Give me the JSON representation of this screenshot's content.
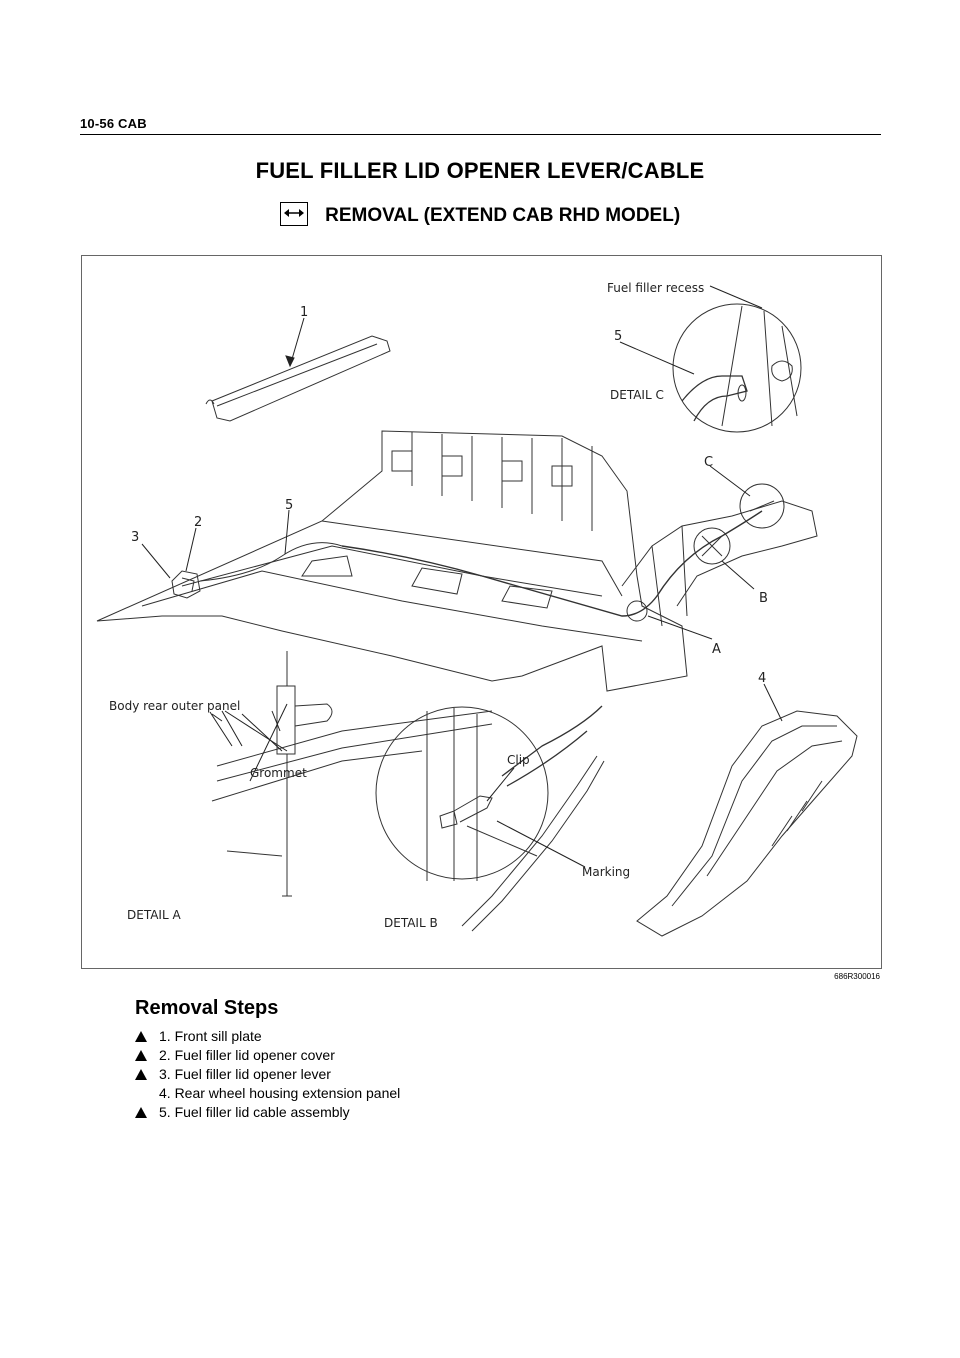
{
  "header": {
    "text": "10-56  CAB"
  },
  "page_title": "FUEL FILLER LID OPENER LEVER/CABLE",
  "section": {
    "icon": "removal-arrows-icon",
    "title": "REMOVAL (EXTEND CAB RHD MODEL)"
  },
  "figure": {
    "code": "686R300016",
    "labels": {
      "fuel_filler_recess": "Fuel filler recess",
      "detail_c": "DETAIL C",
      "body_rear_outer_panel": "Body rear outer panel",
      "grommet": "Grommet",
      "detail_a": "DETAIL A",
      "clip": "Clip",
      "marking": "Marking",
      "detail_b": "DETAIL B",
      "callout_1": "1",
      "callout_2": "2",
      "callout_3": "3",
      "callout_4": "4",
      "callout_5a": "5",
      "callout_5b": "5",
      "callout_a": "A",
      "callout_b": "B",
      "callout_c": "C"
    }
  },
  "removal_steps": {
    "title": "Removal Steps",
    "items": [
      {
        "text": "1. Front sill plate",
        "marker": true
      },
      {
        "text": "2. Fuel filler lid opener cover",
        "marker": true
      },
      {
        "text": "3. Fuel filler lid opener lever",
        "marker": true
      },
      {
        "text": "4. Rear wheel housing extension panel",
        "marker": false
      },
      {
        "text": "5. Fuel filler lid cable assembly",
        "marker": true
      }
    ]
  }
}
